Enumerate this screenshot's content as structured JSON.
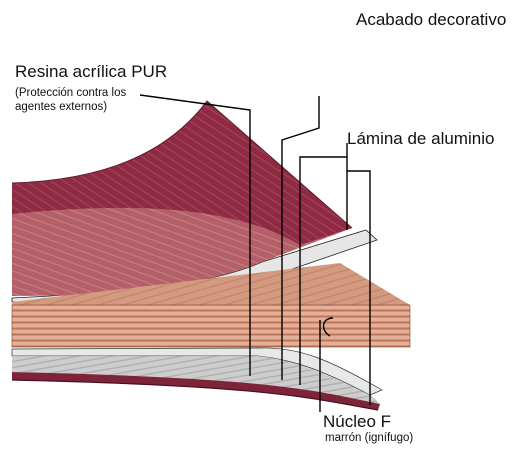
{
  "labels": {
    "decorative_finish": "Acabado decorativo",
    "resin_title": "Resina acrílica PUR",
    "resin_note_line1": "(Protección contra los",
    "resin_note_line2": "agentes externos)",
    "aluminium_sheet": "Lámina de aluminio",
    "core_title": "Núcleo F",
    "core_note": "marrón (ignífugo)"
  },
  "colors": {
    "resin_dark": "#8e2a44",
    "resin_light": "#b56069",
    "aluminium": "#e6e6e6",
    "core_light": "#e6b39c",
    "core_dark": "#bd7457",
    "outline": "#111111"
  }
}
